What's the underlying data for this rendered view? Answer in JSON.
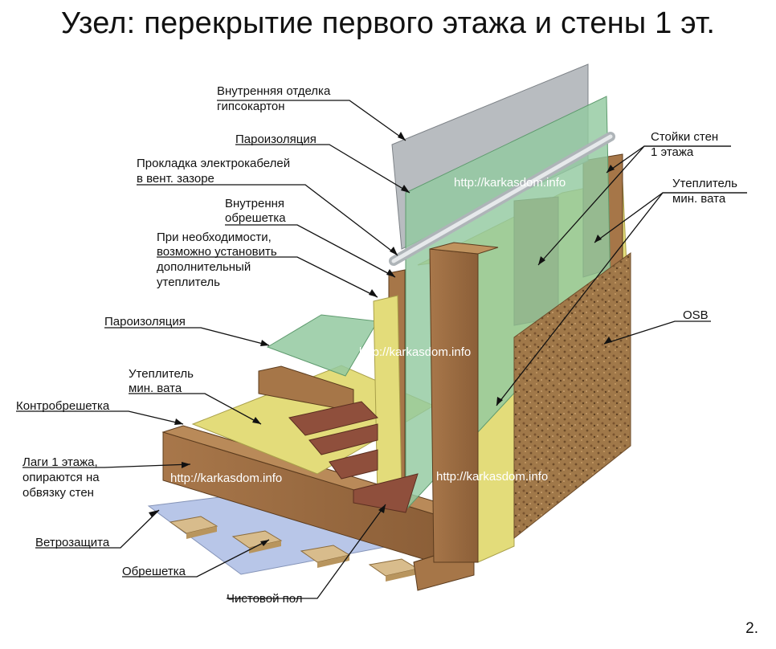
{
  "title": "Узел: перекрытие первого этажа и стены 1 эт.",
  "page_number": "2.",
  "watermarks": [
    "http://karkasdom.info",
    "http://karkasdom.info",
    "http://karkasdom.info",
    "http://karkasdom.info"
  ],
  "labels": {
    "inner_finish": [
      "Внутренняя отделка",
      "гипсокартон"
    ],
    "vapor_barrier_wall": [
      "Пароизоляция"
    ],
    "cable_gap": [
      "Прокладка электрокабелей",
      "в вент. зазоре"
    ],
    "inner_batten": [
      "Внутрення",
      "обрешетка"
    ],
    "extra_insulation": [
      "При необходимости,",
      "возможно установить",
      "дополнительный",
      "утеплитель"
    ],
    "vapor_barrier_floor": [
      "Пароизоляция"
    ],
    "insulation_floor": [
      "Утеплитель",
      "мин. вата"
    ],
    "counter_batten": [
      "Контробрешетка"
    ],
    "joists": [
      "Лаги 1 этажа,",
      "опираются на",
      "обвязку стен"
    ],
    "wind_barrier": [
      "Ветрозащита"
    ],
    "batten": [
      "Обрешетка"
    ],
    "finish_floor": [
      "Чистовой пол"
    ],
    "wall_studs": [
      "Стойки стен",
      "1 этажа"
    ],
    "insulation_wall": [
      "Утеплитель",
      "мин. вата"
    ],
    "osb": [
      "OSB"
    ]
  },
  "colors": {
    "wood": "#9a6b3f",
    "wood_dark": "#6f4a2a",
    "insulation": "#e3dc7a",
    "vapor_film": "#93c9a0",
    "drywall": "#b8bcc0",
    "osb": "#a07849",
    "floor_board": "#8f4f3c",
    "wind_film": "#b8c6e8"
  }
}
